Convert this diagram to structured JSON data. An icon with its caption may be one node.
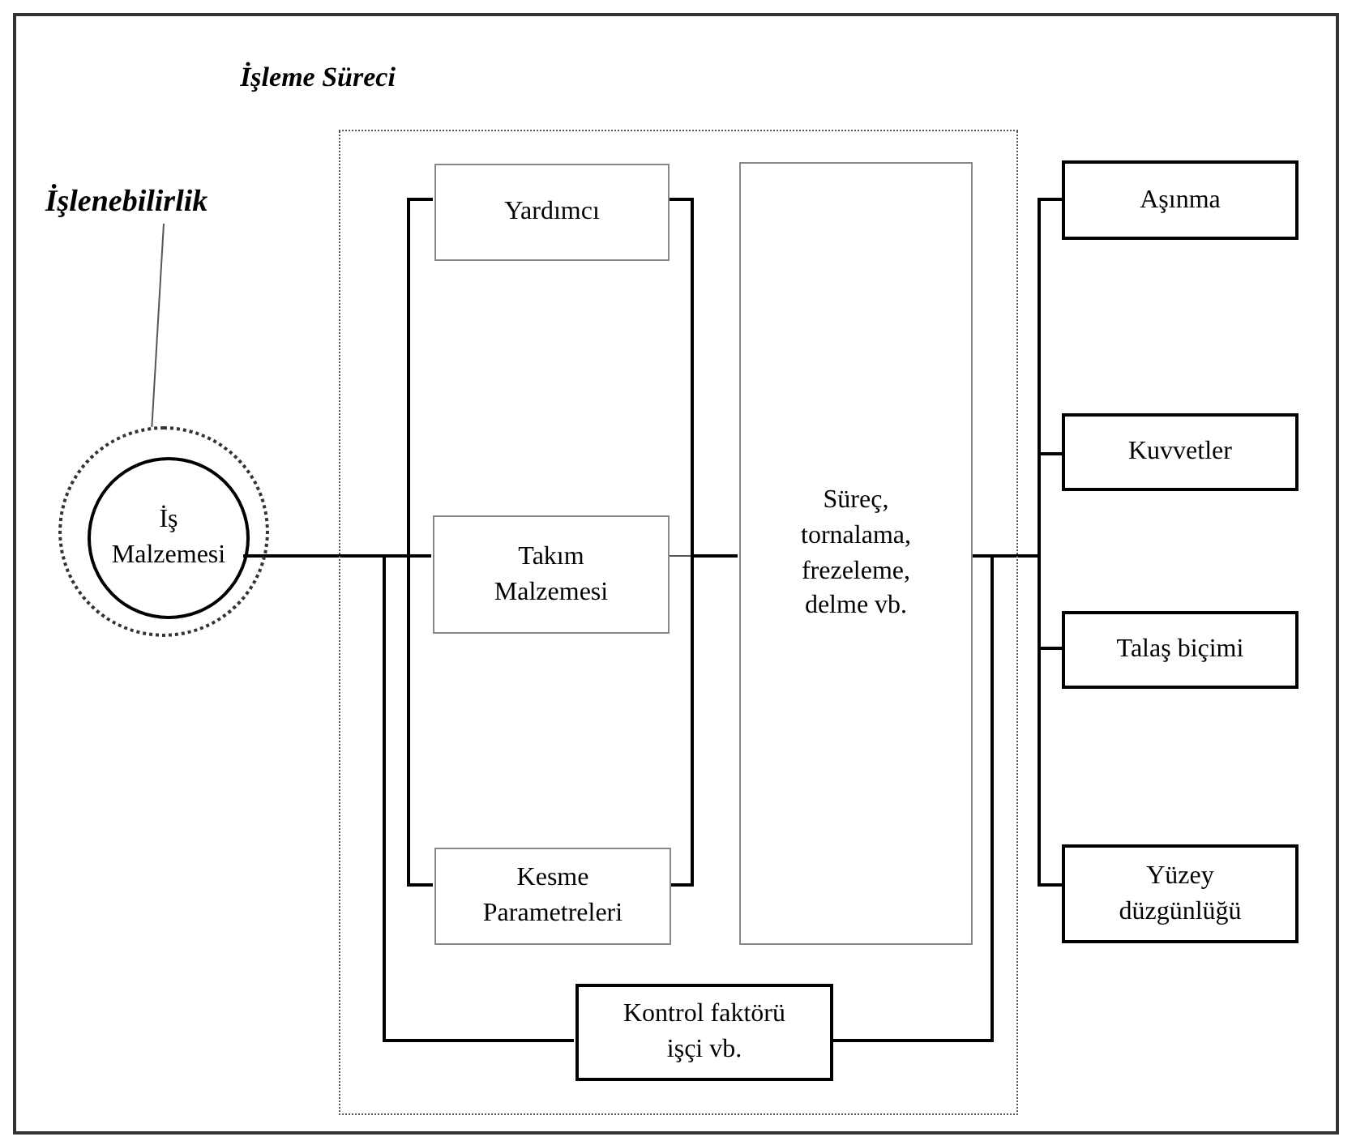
{
  "diagram": {
    "nodes": [
      {
        "text": [
          "İşleme Süreci"
        ]
      },
      {
        "text": [
          "Yardımcı"
        ],
        "in": 0
      },
      {
        "text": [
          "Takım Malzemesi"
        ],
        "in": 0
      },
      {
        "text": [
          "Kesme Parametreleri"
        ],
        "in": 0
      },
      {
        "text": [
          "Süreç, tornalama, frezeleme, delme vb."
        ],
        "in": 0
      },
      {
        "text": [
          "Kontrol faktörü işçi vb."
        ],
        "in": 0
      },
      {
        "text": [
          "İşlenebilirlik"
        ]
      },
      {
        "text": [],
        "shape": "circle"
      },
      {
        "text": [
          "İş Malzemesi"
        ],
        "in": 7
      },
      {
        "text": [
          "Aşınma"
        ]
      },
      {
        "text": [
          "Kuvvetler"
        ]
      },
      {
        "text": [
          "Talaş biçimi"
        ]
      },
      {
        "text": [
          "Yüzey düzgünlüğü"
        ]
      }
    ],
    "edges": [
      {
        "from": 6,
        "to": 7,
        "arrow": "none"
      },
      {
        "from": 8,
        "to": 2,
        "arrow": "none"
      },
      {
        "from": 8,
        "to": 1,
        "arrow": "none"
      },
      {
        "from": 8,
        "to": 3,
        "arrow": "none"
      },
      {
        "from": 8,
        "to": 5,
        "arrow": "none"
      },
      {
        "from": 1,
        "to": 4,
        "arrow": "none"
      },
      {
        "from": 2,
        "to": 4,
        "arrow": "none"
      },
      {
        "from": 3,
        "to": 4,
        "arrow": "none"
      },
      {
        "from": 4,
        "to": 9,
        "arrow": "none"
      },
      {
        "from": 4,
        "to": 10,
        "arrow": "none"
      },
      {
        "from": 4,
        "to": 11,
        "arrow": "none"
      },
      {
        "from": 4,
        "to": 12,
        "arrow": "none"
      },
      {
        "from": 5,
        "to": 4,
        "arrow": "none"
      }
    ]
  }
}
